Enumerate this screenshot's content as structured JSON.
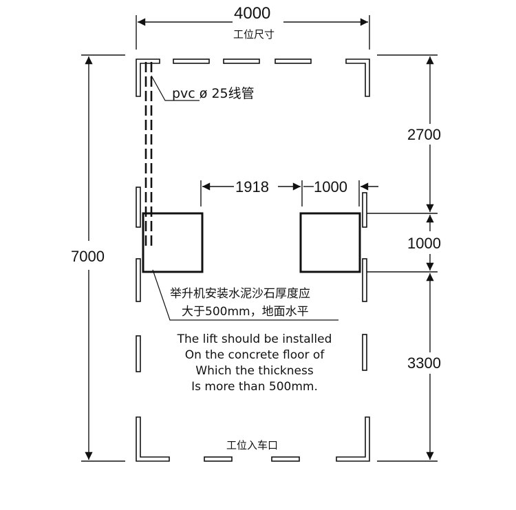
{
  "dimensions": {
    "width_total": "4000",
    "width_caption": "工位尺寸",
    "length_total": "7000",
    "front_gap": "2700",
    "post_depth": "1000",
    "rear_gap": "3300",
    "post_spacing": "1918",
    "post_width": "1000"
  },
  "conduit_label": "pvc ø 25线管",
  "note_cn": [
    "举升机安装水泥沙石厚度应",
    "大于500mm，地面水平"
  ],
  "note_en": [
    "The lift should be installed",
    "On the concrete floor of",
    "Which the thickness",
    "Is more than 500mm."
  ],
  "entrance_label": "工位入车口",
  "colors": {
    "line": "#111111",
    "background": "#ffffff"
  }
}
